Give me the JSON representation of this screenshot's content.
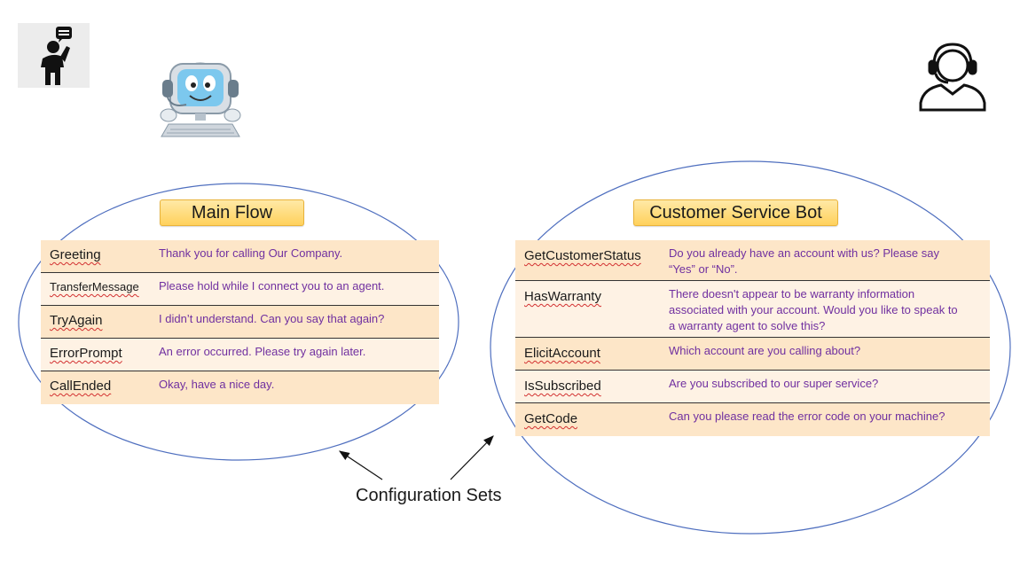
{
  "icons": {
    "speaker": "person-speaking-icon",
    "robot": "computer-robot-headset-icon",
    "agent": "customer-agent-headset-icon"
  },
  "colors": {
    "ellipse_stroke": "#4f6fbf",
    "title_fill": "#ffd966",
    "row_odd": "#fde6c8",
    "row_even": "#fef2e4",
    "value_text": "#7030a0",
    "spellcheck_underline": "#d23030"
  },
  "main_flow": {
    "title": "Main Flow",
    "rows": [
      {
        "key": "Greeting",
        "value": "Thank you for calling Our Company."
      },
      {
        "key": "TransferMessage",
        "value": "Please hold while I connect you to an agent."
      },
      {
        "key": "TryAgain",
        "value": "I didn’t understand.  Can you say that again?"
      },
      {
        "key": "ErrorPrompt",
        "value": "An error occurred. Please try again later."
      },
      {
        "key": "CallEnded",
        "value": "Okay, have a nice day."
      }
    ]
  },
  "customer_service_bot": {
    "title": "Customer Service Bot",
    "rows": [
      {
        "key": "GetCustomerStatus",
        "value_lines": [
          "Do you already have an account with us?  Please say",
          "“Yes” or “No”."
        ]
      },
      {
        "key": "HasWarranty",
        "value_lines": [
          "There doesn't appear to be warranty information",
          "associated with your account. Would you like to speak to",
          "a warranty agent to solve this?"
        ]
      },
      {
        "key": "ElicitAccount",
        "value_lines": [
          "Which account are you calling about?"
        ]
      },
      {
        "key": "IsSubscribed",
        "value_lines": [
          "Are you subscribed to our super service?"
        ]
      },
      {
        "key": "GetCode",
        "value_lines": [
          "Can you please read the error code on your machine?"
        ]
      }
    ]
  },
  "caption": "Configuration Sets"
}
